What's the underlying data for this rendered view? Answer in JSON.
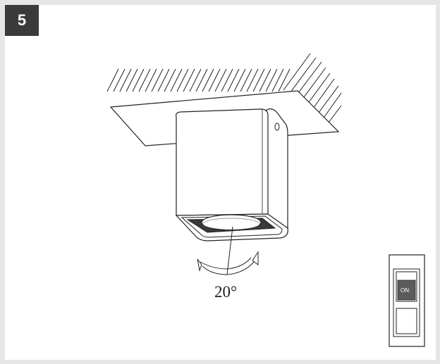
{
  "step": {
    "number": "5"
  },
  "rotation": {
    "label": "20°"
  },
  "switch": {
    "state_label": "ON"
  },
  "colors": {
    "frame": "#e6e6e6",
    "badge": "#3a3a3a",
    "line": "#222222",
    "switch_knob": "#5b5b5b"
  },
  "icons": [
    "ceiling-hatch",
    "downlight-fixture",
    "rotation-arrows",
    "rocker-switch"
  ]
}
